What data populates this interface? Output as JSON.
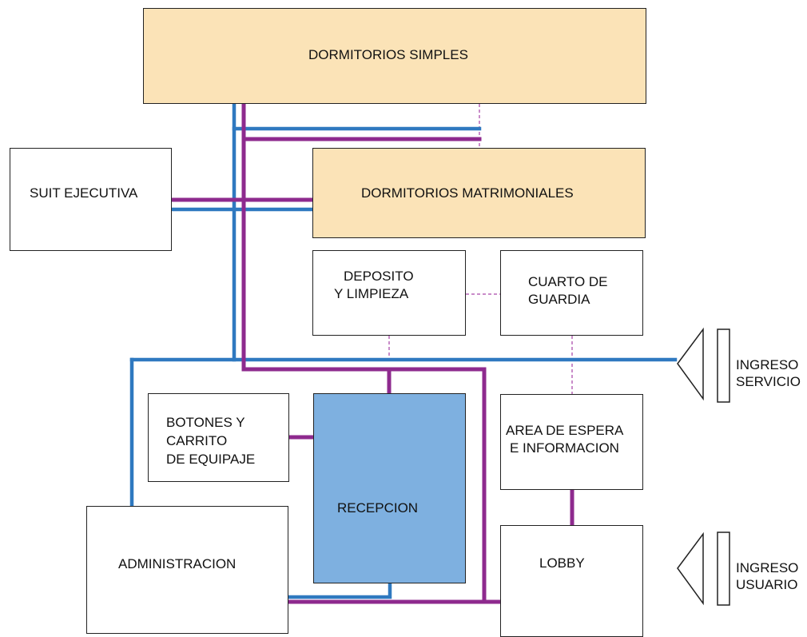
{
  "colors": {
    "cream_fill": "#fbe3b7",
    "recepcion_fill": "#7eb0e0",
    "blue_link": "#2f79c0",
    "purple_link": "#8e2a8e",
    "dashed_link": "#b766b7"
  },
  "boxes": {
    "dormitorios_simples": "DORMITORIOS SIMPLES",
    "dormitorios_matrimoniales": "DORMITORIOS MATRIMONIALES",
    "suit_ejecutiva": "SUIT EJECUTIVA",
    "deposito": [
      "DEPOSITO",
      "Y LIMPIEZA"
    ],
    "cuarto_guardia": [
      "CUARTO DE",
      "GUARDIA"
    ],
    "botones": [
      "BOTONES Y",
      "CARRITO",
      "DE EQUIPAJE"
    ],
    "recepcion": "RECEPCION",
    "area_espera": [
      "AREA DE ESPERA",
      "E INFORMACION"
    ],
    "administracion": "ADMINISTRACION",
    "lobby": "LOBBY"
  },
  "entrances": {
    "servicio": [
      "INGRESO",
      "SERVICIO"
    ],
    "usuario": [
      "INGRESO",
      "USUARIO"
    ]
  }
}
